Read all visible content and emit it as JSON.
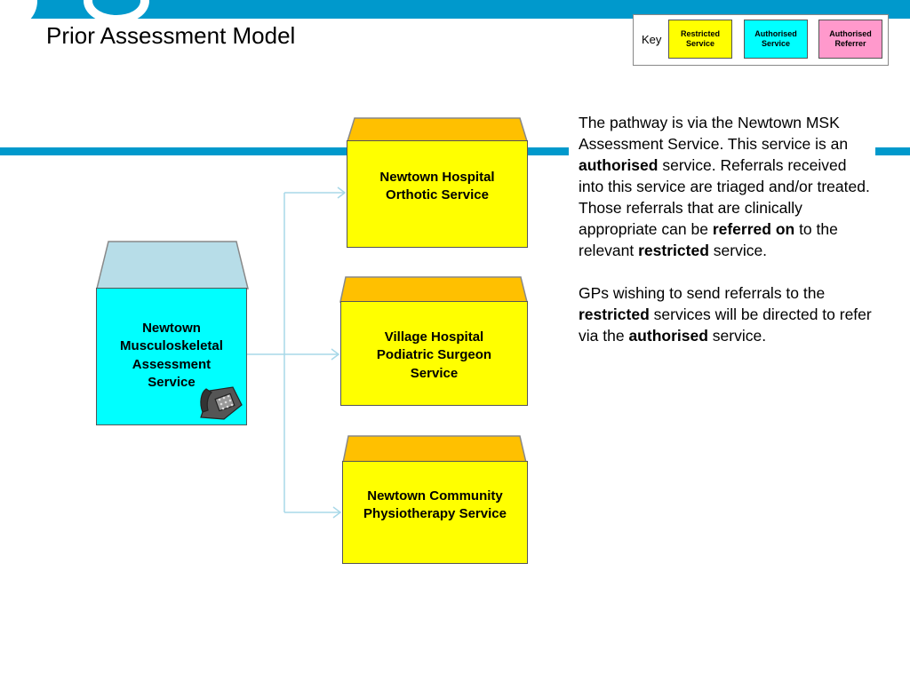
{
  "title": "Prior Assessment Model",
  "key": {
    "label": "Key",
    "items": [
      {
        "label": "Restricted Service",
        "color": "#ffff00"
      },
      {
        "label": "Authorised Service",
        "color": "#00ffff"
      },
      {
        "label": "Authorised Referrer",
        "color": "#ff99cc"
      }
    ]
  },
  "diagram": {
    "assessment": {
      "label": "Newtown Musculoskeletal Assessment Service",
      "icon": "telephone-icon",
      "color": "#00ffff"
    },
    "services": [
      {
        "label": "Newtown Hospital Orthotic Service"
      },
      {
        "label": "Village Hospital Podiatric Surgeon Service"
      },
      {
        "label": "Newtown Community Physiotherapy Service"
      }
    ],
    "roof_color": "#ffc000",
    "assessment_roof_color": "#b7dde8",
    "connector_color": "#a8d8e8"
  },
  "description": {
    "p1": {
      "a": "The pathway is via the Newtown MSK Assessment Service.  This service is an ",
      "b": "authorised",
      "c": " service.  Referrals received into this service are triaged and/or treated.  Those referrals that are clinically appropriate can be ",
      "d": "referred on",
      "e": " to the relevant ",
      "f": "restricted",
      "g": " service."
    },
    "p2": {
      "a": "GPs wishing to send referrals to the ",
      "b": "restricted",
      "c": " services will be directed to refer via the ",
      "d": "authorised",
      "e": " service."
    }
  }
}
